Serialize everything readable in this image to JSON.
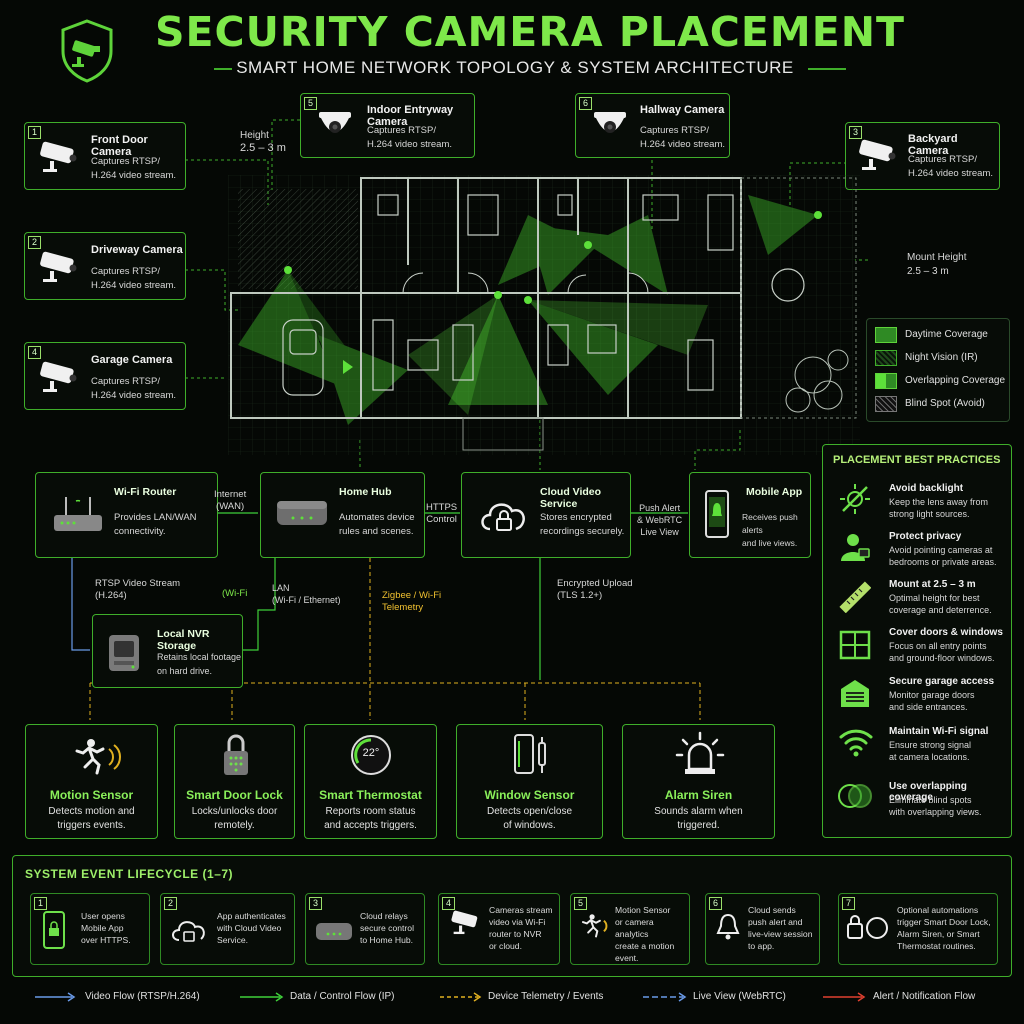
{
  "header": {
    "title": "SECURITY CAMERA PLACEMENT",
    "subtitle": "SMART HOME NETWORK TOPOLOGY & SYSTEM ARCHITECTURE"
  },
  "cameras": [
    {
      "num": "1",
      "title": "Front Door Camera",
      "desc": "Captures RTSP/\nH.264 video stream."
    },
    {
      "num": "2",
      "title": "Driveway Camera",
      "desc": "Captures RTSP/\nH.264 video stream."
    },
    {
      "num": "4",
      "title": "Garage Camera",
      "desc": "Captures RTSP/\nH.264 video stream."
    },
    {
      "num": "5",
      "title": "Indoor Entryway Camera",
      "desc": "Captures RTSP/\nH.264 video stream."
    },
    {
      "num": "6",
      "title": "Hallway Camera",
      "desc": "Captures RTSP/\nH.264 video stream."
    },
    {
      "num": "3",
      "title": "Backyard Camera",
      "desc": "Captures RTSP/\nH.264 video stream."
    }
  ],
  "mount_left": {
    "title": "Height",
    "value": "2.5 – 3 m"
  },
  "mount_right": {
    "title": "Mount Height",
    "value": "2.5 – 3 m"
  },
  "coverage_legend": [
    "Daytime Coverage",
    "Night Vision (IR)",
    "Overlapping Coverage",
    "Blind Spot (Avoid)"
  ],
  "network": {
    "router": {
      "title": "Wi-Fi Router",
      "desc": "Provides LAN/WAN\nconnectivity."
    },
    "hub": {
      "title": "Home Hub",
      "desc": "Automates device\nrules and scenes."
    },
    "cloud": {
      "title": "Cloud Video Service",
      "desc": "Stores encrypted\nrecordings securely."
    },
    "app": {
      "title": "Mobile App",
      "desc": "Receives push alerts\nand live views."
    },
    "nvr": {
      "title": "Local NVR Storage",
      "desc": "Retains local footage\non hard drive."
    }
  },
  "links": {
    "internet": "Internet\n(WAN)",
    "https": "HTTPS\nControl",
    "push": "Push Alert\n& WebRTC\nLive View",
    "rtsp": "RTSP Video Stream\n(H.264)",
    "wifi": "(Wi-Fi",
    "lan": "LAN\n(Wi-Fi / Ethernet)",
    "zigbee": "Zigbee / Wi-Fi\nTelemetry",
    "encrypted": "Encrypted Upload\n(TLS 1.2+)"
  },
  "devices": [
    {
      "title": "Motion Sensor",
      "desc": "Detects motion and\ntriggers events."
    },
    {
      "title": "Smart Door Lock",
      "desc": "Locks/unlocks door\nremotely."
    },
    {
      "title": "Smart Thermostat",
      "desc": "Reports room status\nand accepts triggers.",
      "display": "22°"
    },
    {
      "title": "Window Sensor",
      "desc": "Detects open/close\nof windows."
    },
    {
      "title": "Alarm Siren",
      "desc": "Sounds alarm when\ntriggered."
    }
  ],
  "best_practices": {
    "heading": "PLACEMENT BEST PRACTICES",
    "items": [
      {
        "title": "Avoid backlight",
        "desc": "Keep the lens away from\nstrong light sources."
      },
      {
        "title": "Protect privacy",
        "desc": "Avoid pointing cameras at\nbedrooms or private areas."
      },
      {
        "title": "Mount at 2.5 – 3 m",
        "desc": "Optimal height for best\ncoverage and deterrence."
      },
      {
        "title": "Cover doors & windows",
        "desc": "Focus on all entry points\nand ground-floor windows."
      },
      {
        "title": "Secure garage access",
        "desc": "Monitor garage doors\nand side entrances."
      },
      {
        "title": "Maintain Wi-Fi signal",
        "desc": "Ensure strong signal\nat camera locations."
      },
      {
        "title": "Use overlapping coverage",
        "desc": "Eliminate blind spots\nwith overlapping views."
      }
    ]
  },
  "lifecycle": {
    "heading": "SYSTEM EVENT LIFECYCLE (1–7)",
    "steps": [
      {
        "num": "1",
        "text": "User opens\nMobile App\nover HTTPS."
      },
      {
        "num": "2",
        "text": "App authenticates\nwith Cloud Video\nService."
      },
      {
        "num": "3",
        "text": "Cloud relays\nsecure control\nto Home Hub."
      },
      {
        "num": "4",
        "text": "Cameras stream\nvideo via Wi-Fi\nrouter to NVR\nor cloud."
      },
      {
        "num": "5",
        "text": "Motion Sensor\nor camera analytics\ncreate a motion\nevent."
      },
      {
        "num": "6",
        "text": "Cloud sends\npush alert and\nlive-view session\nto app."
      },
      {
        "num": "7",
        "text": "Optional automations\ntrigger Smart Door Lock,\nAlarm Siren, or Smart\nThermostat routines."
      }
    ]
  },
  "flow_legend": [
    {
      "label": "Video Flow (RTSP/H.264)",
      "color": "#6a9ae8"
    },
    {
      "label": "Data / Control Flow (IP)",
      "color": "#3fcf3a"
    },
    {
      "label": "Device Telemetry / Events",
      "color": "#e0b020"
    },
    {
      "label": "Live View (WebRTC)",
      "color": "#6a9ae8"
    },
    {
      "label": "Alert / Notification Flow",
      "color": "#e04030"
    }
  ],
  "colors": {
    "accent": "#7ee84a",
    "border": "#3fae2a",
    "telemetry": "#e0b020",
    "video": "#6a9ae8",
    "alert": "#e04030"
  }
}
